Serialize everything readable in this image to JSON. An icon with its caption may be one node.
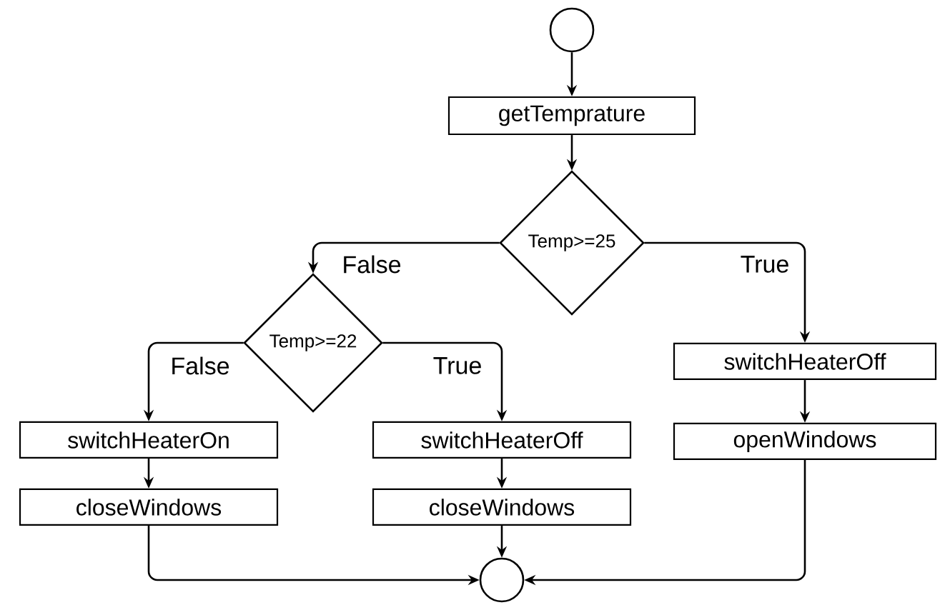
{
  "diagram": {
    "nodes": [
      {
        "text": [],
        "shape": "circle"
      },
      {
        "text": [
          "getTemprature"
        ]
      },
      {
        "text": [
          "Temp>=25"
        ]
      },
      {
        "text": [
          "Temp>=22"
        ]
      },
      {
        "text": [
          "switchHeaterOn"
        ]
      },
      {
        "text": [
          "closeWindows"
        ]
      },
      {
        "text": [
          "switchHeaterOff"
        ]
      },
      {
        "text": [
          "closeWindows"
        ]
      },
      {
        "text": [
          "switchHeaterOff"
        ]
      },
      {
        "text": [
          "openWindows"
        ]
      },
      {
        "text": [],
        "shape": "circle"
      }
    ],
    "edges": [
      {
        "from": 0,
        "to": 1,
        "arrow": "to"
      },
      {
        "from": 1,
        "to": 2,
        "arrow": "to"
      },
      {
        "from": 2,
        "to": 3,
        "arrow": "to",
        "label": "False"
      },
      {
        "from": 2,
        "to": 8,
        "arrow": "to",
        "label": "True"
      },
      {
        "from": 3,
        "to": 4,
        "arrow": "to",
        "label": "False"
      },
      {
        "from": 3,
        "to": 6,
        "arrow": "to",
        "label": "True"
      },
      {
        "from": 4,
        "to": 5,
        "arrow": "to"
      },
      {
        "from": 6,
        "to": 7,
        "arrow": "to"
      },
      {
        "from": 8,
        "to": 9,
        "arrow": "to"
      },
      {
        "from": 5,
        "to": 10,
        "arrow": "to"
      },
      {
        "from": 7,
        "to": 10,
        "arrow": "to"
      },
      {
        "from": 9,
        "to": 10,
        "arrow": "to"
      }
    ]
  }
}
